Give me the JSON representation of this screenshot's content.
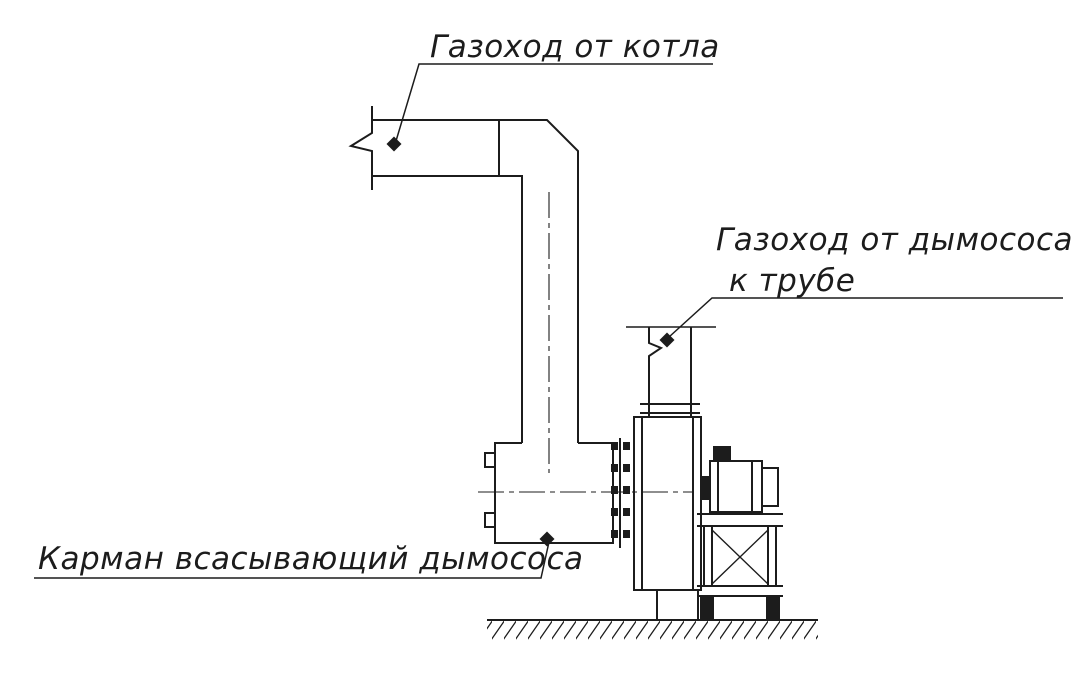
{
  "diagram": {
    "type": "technical-line-drawing",
    "labels": {
      "boiler_duct": "Газоход от котла",
      "exhauster_duct_line1": "Газоход от дымососа",
      "exhauster_duct_line2": "к трубе",
      "suction_pocket": "Карман всасывающий дымососа"
    },
    "colors": {
      "line": "#1c1c1c",
      "background": "#ffffff"
    }
  }
}
